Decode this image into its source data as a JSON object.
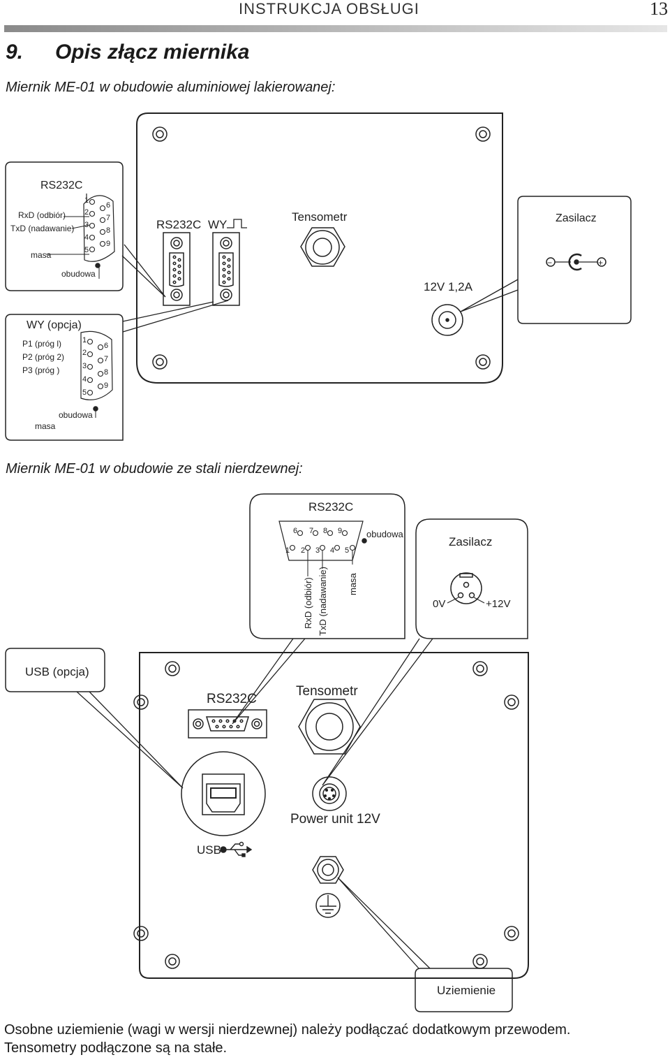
{
  "header": {
    "title": "INSTRUKCJA OBSŁUGI",
    "page_number": "13"
  },
  "section": {
    "number": "9.",
    "title": "Opis złącz  miernika"
  },
  "aluminium": {
    "heading": "Miernik ME-01 w obudowie aluminiowej lakierowanej:",
    "rs232_callout": {
      "title": "RS232C",
      "rxd": "RxD (odbiór)",
      "txd": "TxD (nadawanie)",
      "masa": "masa",
      "obudowa": "obudowa",
      "pins_left": [
        "1",
        "2",
        "3",
        "4",
        "5"
      ],
      "pins_right": [
        "6",
        "7",
        "8",
        "9"
      ]
    },
    "wy_callout": {
      "title": "WY (opcja)",
      "p1": "P1 (próg l)",
      "p2": "P2 (próg 2)",
      "p3": "P3 (próg )",
      "obudowa": "obudowa",
      "masa": "masa",
      "pins_left": [
        "1",
        "2",
        "3",
        "4",
        "5"
      ],
      "pins_right": [
        "6",
        "7",
        "8",
        "9"
      ]
    },
    "panel": {
      "rs232_label": "RS232C",
      "wy_label": "WY",
      "tensometr": "Tensometr",
      "power_spec": "12V 1,2A"
    },
    "zasilacz_callout": {
      "title": "Zasilacz",
      "minus": "−",
      "plus": "+"
    }
  },
  "steel": {
    "heading": "Miernik ME-01 w obudowie ze stali nierdzewnej:",
    "rs232_callout": {
      "title": "RS232C",
      "pins_top": [
        "6",
        "7",
        "8",
        "9"
      ],
      "pins_bottom": [
        "1",
        "2",
        "3",
        "4",
        "5"
      ],
      "obudowa": "obudowa",
      "rxd": "RxD (odbiór)",
      "txd": "TxD (nadawanie)",
      "masa": "masa"
    },
    "zasilacz_callout": {
      "title": "Zasilacz",
      "zero": "0V",
      "plus12": "+12V"
    },
    "usb_callout": {
      "title": "USB (opcja)"
    },
    "panel": {
      "rs232_label": "RS232C",
      "tensometr": "Tensometr",
      "power_unit": "Power unit 12V",
      "usb_label": "USB"
    },
    "ground_callout": {
      "title": "Uziemienie"
    }
  },
  "footer": {
    "line1": "Osobne uziemienie (wagi w wersji nierdzewnej) należy podłączać dodatkowym przewodem.",
    "line2": "Tensometry podłączone są na stałe."
  }
}
